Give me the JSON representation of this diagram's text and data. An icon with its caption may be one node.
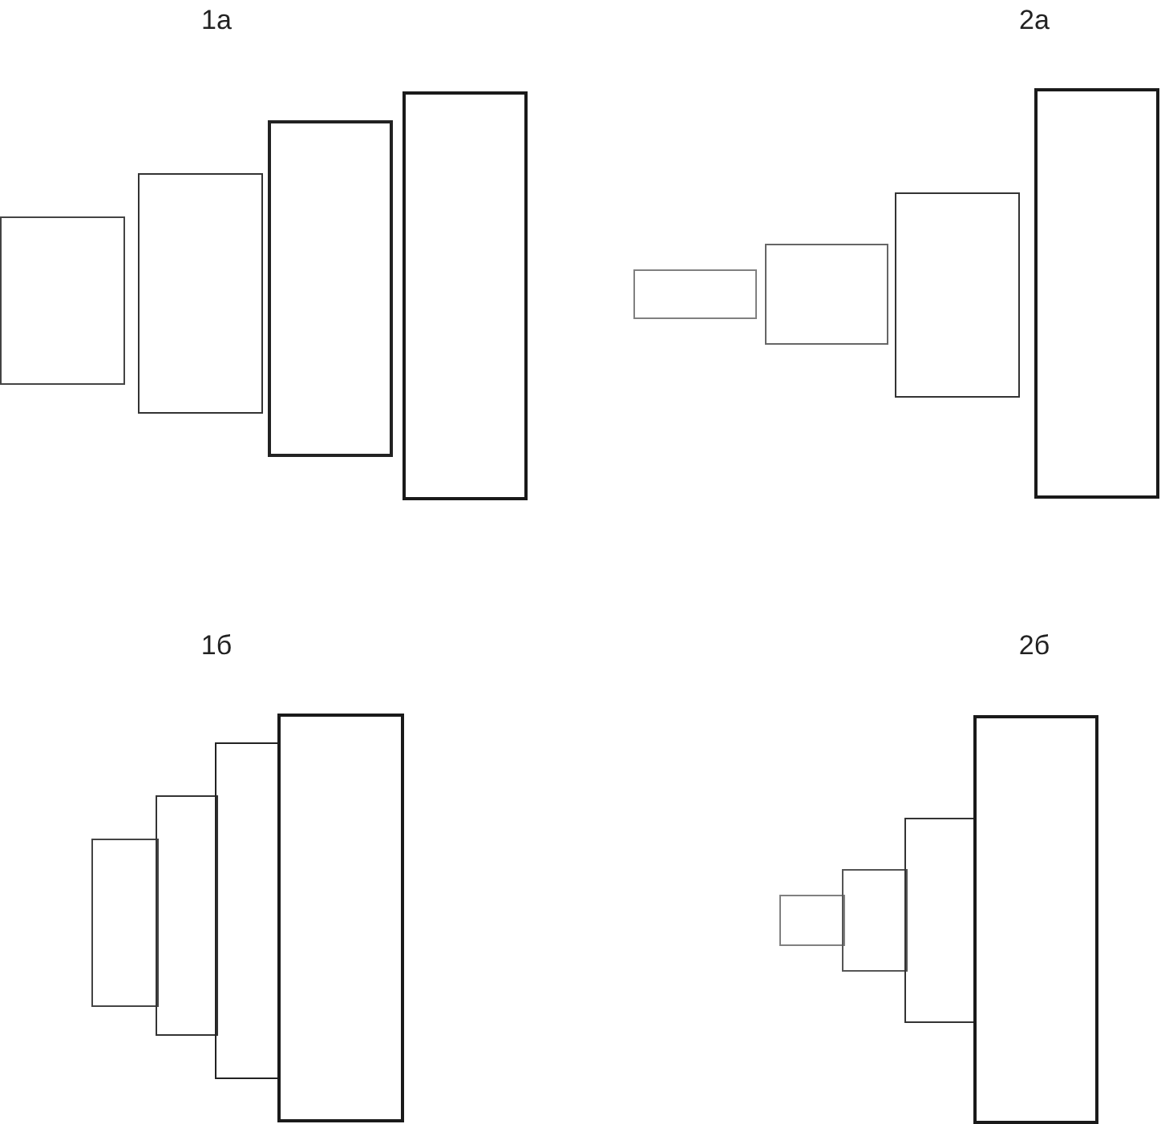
{
  "diagram": {
    "nodes": [
      {
        "text": [],
        "shape": "box"
      },
      {
        "text": [],
        "shape": "box"
      },
      {
        "text": [],
        "shape": "box"
      },
      {
        "text": [],
        "shape": "box"
      },
      {
        "text": [],
        "shape": "box"
      },
      {
        "text": [],
        "shape": "box"
      },
      {
        "text": [],
        "shape": "box"
      },
      {
        "text": [],
        "shape": "box"
      },
      {
        "text": [],
        "shape": "box"
      },
      {
        "text": [],
        "shape": "box"
      },
      {
        "text": [],
        "shape": "box"
      },
      {
        "text": [],
        "shape": "box"
      },
      {
        "text": [],
        "shape": "box"
      },
      {
        "text": [],
        "shape": "box"
      },
      {
        "text": [],
        "shape": "box"
      },
      {
        "text": [],
        "shape": "box"
      }
    ],
    "labels": [
      "1а",
      "2а",
      "1б",
      "2б"
    ]
  }
}
